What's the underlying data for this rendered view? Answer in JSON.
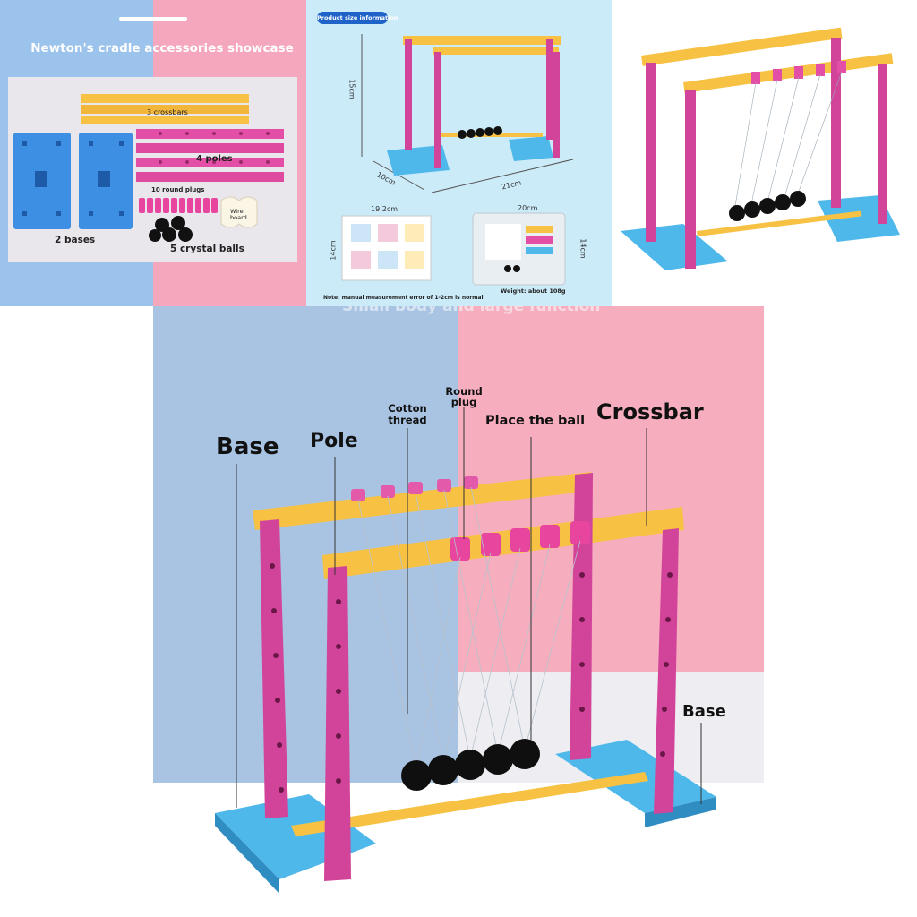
{
  "panel1": {
    "title": "Newton's cradle accessories showcase",
    "labels": {
      "crossbars": "3 crossbars",
      "poles": "4 poles",
      "plugs": "10 round plugs",
      "wire_board": "Wire board",
      "bases": "2 bases",
      "balls": "5 crystal balls"
    },
    "colors": {
      "blue_bg": "#9cc3ec",
      "pink_bg": "#f4a7bd",
      "yellow": "#f7c244",
      "pink_part": "#e34fa6",
      "blue_part": "#3d8fe3"
    }
  },
  "panel2": {
    "tag": "Product size information",
    "dims": {
      "height": "15cm",
      "depth": "10cm",
      "width": "21cm",
      "manual_w": "19.2cm",
      "manual_h": "14cm",
      "pack_w": "20cm",
      "pack_h": "14cm"
    },
    "note": "Note: manual measurement error of 1-2cm is normal",
    "weight": "Weight: about 108g",
    "colors": {
      "bg": "#ccebf9",
      "tag_bg": "#1f63c8"
    }
  },
  "panel4": {
    "overlay": "Small body and large function",
    "labels": {
      "base_left": "Base",
      "pole": "Pole",
      "cotton_thread": "Cotton thread",
      "round_plug": "Round plug",
      "place_ball": "Place the ball",
      "crossbar": "Crossbar",
      "base_right": "Base"
    },
    "colors": {
      "blue_bg": "#a9c4e3",
      "pink_bg": "#f6aebf",
      "yellow": "#f7c244",
      "magenta": "#d2449a",
      "cyan": "#4fb8ea"
    }
  }
}
